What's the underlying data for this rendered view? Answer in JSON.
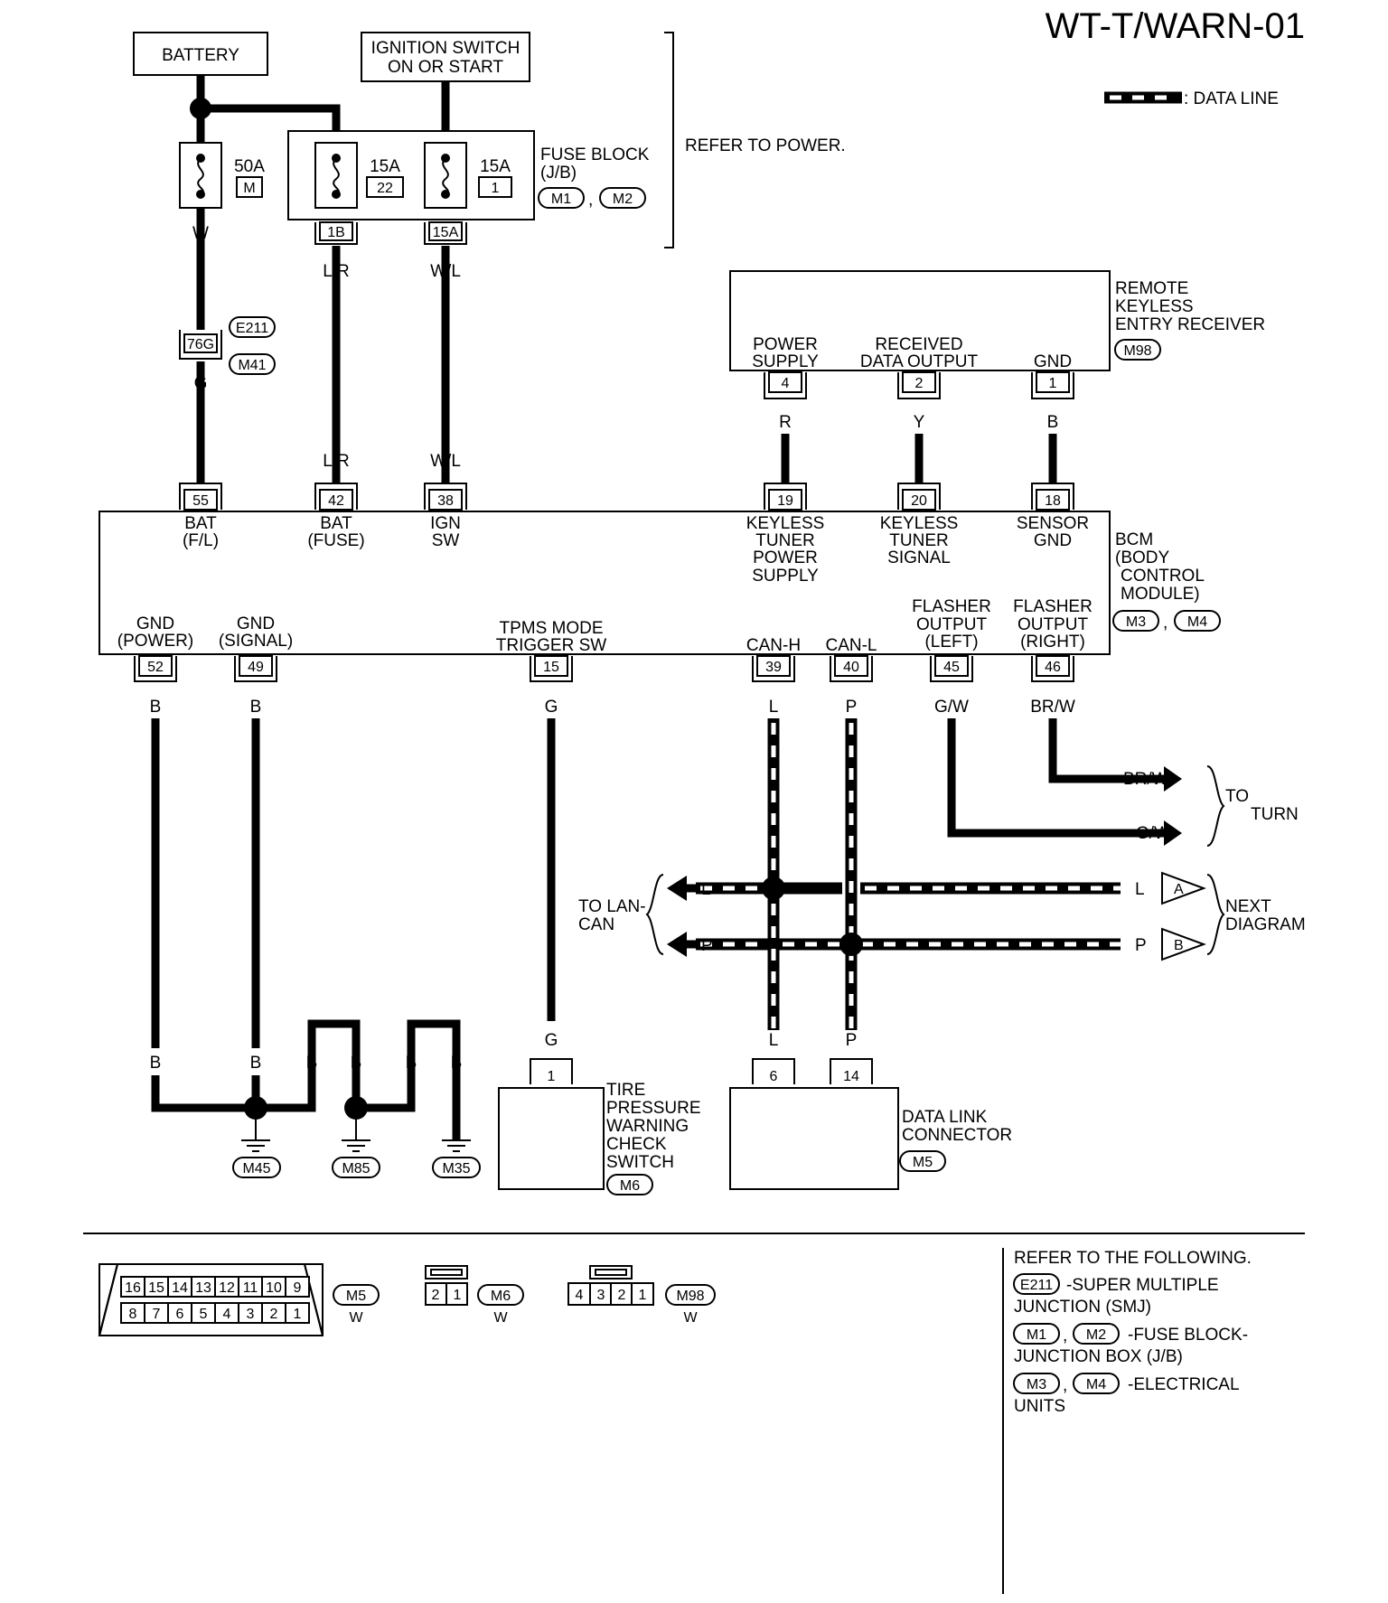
{
  "title": "WT-T/WARN-01",
  "legend": {
    "data_line": ": DATA LINE"
  },
  "power": {
    "battery": "BATTERY",
    "ignition_line1": "IGNITION SWITCH",
    "ignition_line2": "ON OR START",
    "refer": "REFER TO POWER."
  },
  "fuses": [
    {
      "amp": "50A",
      "id": "M"
    },
    {
      "amp": "15A",
      "id": "22"
    },
    {
      "amp": "15A",
      "id": "1"
    }
  ],
  "fuse_block": {
    "line1": "FUSE BLOCK",
    "line2": "(J/B)",
    "conn1": "M1",
    "conn2": "M2",
    "sep": ","
  },
  "terminals": {
    "fb_1b": "1B",
    "fb_15a": "15A",
    "smj": "76G",
    "smj_a": "E211",
    "smj_b": "M41"
  },
  "wire_colors": {
    "w": "W",
    "g": "G",
    "lr": "L/R",
    "wl": "W/L",
    "r": "R",
    "y": "Y",
    "b": "B",
    "l": "L",
    "p": "P",
    "gw": "G/W",
    "brw": "BR/W"
  },
  "receiver": {
    "line1": "REMOTE",
    "line2": "KEYLESS",
    "line3": "ENTRY RECEIVER",
    "conn": "M98",
    "pins": [
      {
        "num": "4",
        "l1": "POWER",
        "l2": "SUPPLY"
      },
      {
        "num": "2",
        "l1": "RECEIVED",
        "l2": "DATA OUTPUT"
      },
      {
        "num": "1",
        "l1": "",
        "l2": "GND"
      }
    ]
  },
  "bcm": {
    "line1": "BCM",
    "line2": "(BODY",
    "line3": "CONTROL",
    "line4": "MODULE)",
    "conn1": "M3",
    "conn2": "M4",
    "sep": ",",
    "top_pins": [
      {
        "num": "55",
        "l1": "BAT",
        "l2": "(F/L)",
        "l3": "",
        "l4": ""
      },
      {
        "num": "42",
        "l1": "BAT",
        "l2": "(FUSE)",
        "l3": "",
        "l4": ""
      },
      {
        "num": "38",
        "l1": "IGN",
        "l2": "SW",
        "l3": "",
        "l4": ""
      },
      {
        "num": "19",
        "l1": "KEYLESS",
        "l2": "TUNER",
        "l3": "POWER",
        "l4": "SUPPLY"
      },
      {
        "num": "20",
        "l1": "KEYLESS",
        "l2": "TUNER",
        "l3": "SIGNAL",
        "l4": ""
      },
      {
        "num": "18",
        "l1": "SENSOR",
        "l2": "GND",
        "l3": "",
        "l4": ""
      }
    ],
    "bottom_pins": [
      {
        "num": "52",
        "l1": "GND",
        "l2": "(POWER)"
      },
      {
        "num": "49",
        "l1": "GND",
        "l2": "(SIGNAL)"
      },
      {
        "num": "15",
        "l1": "TPMS MODE",
        "l2": "TRIGGER SW"
      },
      {
        "num": "39",
        "l1": "",
        "l2": "CAN-H"
      },
      {
        "num": "40",
        "l1": "",
        "l2": "CAN-L"
      },
      {
        "num": "45",
        "l1": "FLASHER",
        "l2": "OUTPUT",
        "l3": "(LEFT)"
      },
      {
        "num": "46",
        "l1": "FLASHER",
        "l2": "OUTPUT",
        "l3": "(RIGHT)"
      }
    ]
  },
  "turn": {
    "l1": "TO",
    "l2": "TURN"
  },
  "lan": {
    "l1": "TO LAN-",
    "l2": "CAN"
  },
  "next": {
    "l1": "NEXT",
    "l2": "DIAGRAM",
    "a": "A",
    "b": "B"
  },
  "grounds": [
    "M45",
    "M85",
    "M35"
  ],
  "tpms_switch": {
    "pin": "1",
    "l1": "TIRE",
    "l2": "PRESSURE",
    "l3": "WARNING",
    "l4": "CHECK",
    "l5": "SWITCH",
    "conn": "M6"
  },
  "dlc": {
    "pin1": "6",
    "pin2": "14",
    "l1": "DATA LINK",
    "l2": "CONNECTOR",
    "conn": "M5"
  },
  "connector_views": {
    "m5_top": [
      "16",
      "15",
      "14",
      "13",
      "12",
      "11",
      "10",
      "9"
    ],
    "m5_bottom": [
      "8",
      "7",
      "6",
      "5",
      "4",
      "3",
      "2",
      "1"
    ],
    "m5": "M5",
    "m6_pins": [
      "2",
      "1"
    ],
    "m6": "M6",
    "m98_pins": [
      "4",
      "3",
      "2",
      "1"
    ],
    "m98": "M98",
    "color": "W"
  },
  "refer_following": {
    "head": "REFER TO THE FOLLOWING.",
    "e211": "E211",
    "e211_desc1": "-SUPER MULTIPLE",
    "e211_desc2": "JUNCTION (SMJ)",
    "m1": "M1",
    "m2": "M2",
    "m12_desc1": "-FUSE BLOCK-",
    "m12_desc2": "JUNCTION BOX (J/B)",
    "m3": "M3",
    "m4": "M4",
    "m34_desc1": "-ELECTRICAL",
    "m34_desc2": "UNITS",
    "sep": ","
  }
}
